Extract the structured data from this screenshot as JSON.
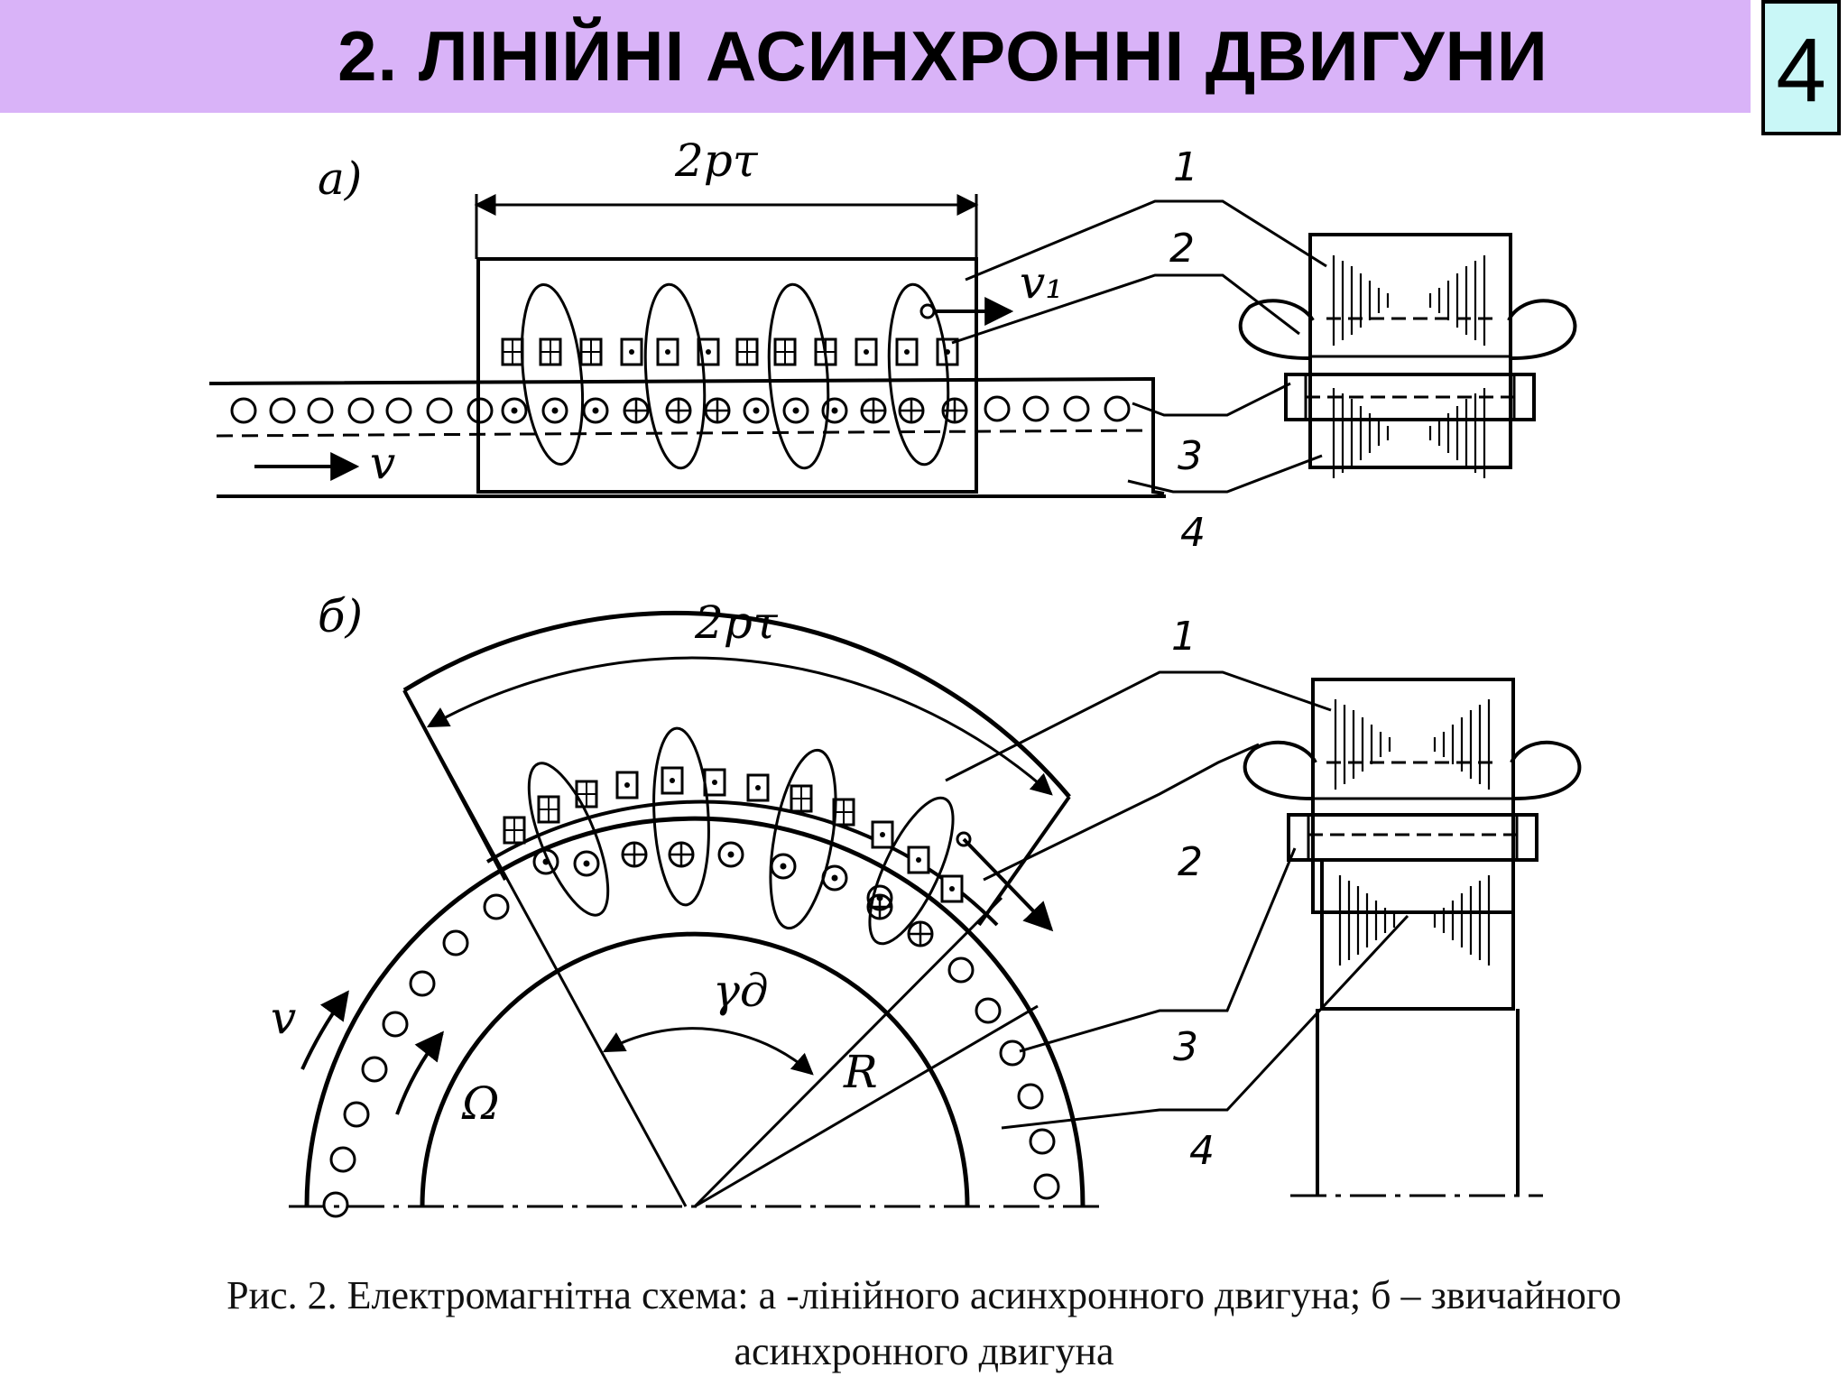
{
  "header": {
    "title": "2. ЛІНІЙНІ АСИНХРОННІ ДВИГУНИ",
    "page_number": "4"
  },
  "figure": {
    "panel_a": {
      "label": "а)",
      "span": "2pτ",
      "velocity_inductor": "v₁",
      "velocity_secondary": "v",
      "callouts": [
        "1",
        "2",
        "3",
        "4"
      ]
    },
    "panel_b": {
      "label": "б)",
      "span": "2pτ",
      "velocity": "v",
      "omega": "Ω",
      "angle": "γд",
      "radius": "R",
      "callouts": [
        "1",
        "2",
        "3",
        "4"
      ]
    }
  },
  "caption": {
    "line1": "Рис. 2. Електромагнітна схема: а -лінійного асинхронного двигуна; б – звичайного",
    "line2": "асинхронного двигуна"
  },
  "colors": {
    "header_bg": "#d9b3f8",
    "page_box_bg": "#c9f7f7"
  }
}
